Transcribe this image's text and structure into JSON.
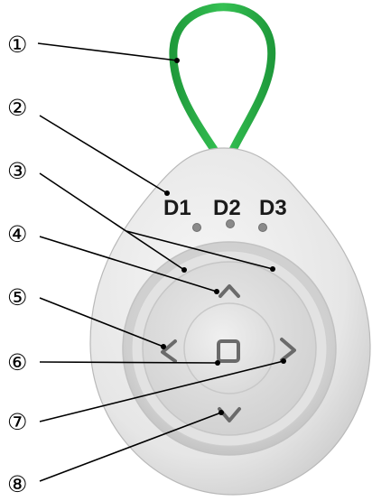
{
  "callouts": [
    {
      "id": "1",
      "label": "①"
    },
    {
      "id": "2",
      "label": "②"
    },
    {
      "id": "3",
      "label": "③"
    },
    {
      "id": "4",
      "label": "④"
    },
    {
      "id": "5",
      "label": "⑤"
    },
    {
      "id": "6",
      "label": "⑥"
    },
    {
      "id": "7",
      "label": "⑦"
    },
    {
      "id": "8",
      "label": "⑧"
    }
  ],
  "device": {
    "leds": [
      {
        "label": "D1"
      },
      {
        "label": "D2"
      },
      {
        "label": "D3"
      }
    ],
    "buttons": {
      "up": "up-arrow",
      "left": "left-arrow",
      "center": "square-button",
      "right": "right-arrow",
      "down": "down-arrow"
    },
    "colors": {
      "loop": "#2bb34a",
      "body": "#e9e9e9",
      "ring": "#d4d4d4",
      "pad": "#dddddd",
      "center_button": "#e4e4e4",
      "symbols": "#6a6a6a",
      "led": "#8a8a8a"
    }
  }
}
